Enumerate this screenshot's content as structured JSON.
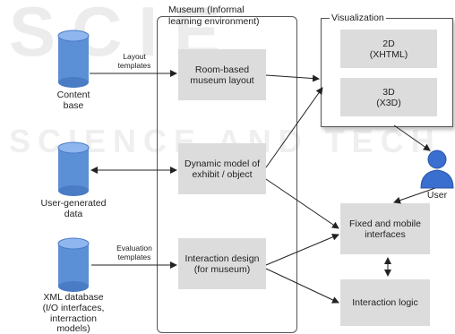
{
  "watermark": {
    "line1": "SCIE",
    "line2": "SCIENCE AND TECH"
  },
  "museum": {
    "title_line1": "Museum (Informal",
    "title_line2": "learning environment)"
  },
  "visualization": {
    "title": "Visualization"
  },
  "boxes": {
    "room_layout": {
      "line1": "Room-based",
      "line2": "museum layout"
    },
    "dynamic_model": {
      "line1": "Dynamic model of",
      "line2": "exhibit / object"
    },
    "interaction_design": {
      "line1": "Interaction design",
      "line2": "(for museum)"
    },
    "viz_2d": {
      "line1": "2D",
      "line2": "(XHTML)"
    },
    "viz_3d": {
      "line1": "3D",
      "line2": "(X3D)"
    },
    "fixed_mobile": {
      "line1": "Fixed and mobile",
      "line2": "interfaces"
    },
    "interaction_logic": {
      "line1": "Interaction logic"
    }
  },
  "sources": {
    "content_base": {
      "line1": "Content",
      "line2": "base"
    },
    "user_generated": {
      "line1": "User-generated",
      "line2": "data"
    },
    "xml_db": {
      "line1": "XML database",
      "line2": "(I/O interfaces,",
      "line3": "interraction",
      "line4": "models)"
    }
  },
  "edge_labels": {
    "layout_templates": {
      "line1": "Layout",
      "line2": "templates"
    },
    "evaluation_templates": {
      "line1": "Evaluation",
      "line2": "templates"
    }
  },
  "user": {
    "label": "User"
  },
  "colors": {
    "box_fill": "#dcdcdc",
    "cylinder_fill": "#5b8fd6",
    "user_fill": "#3a6fd0"
  }
}
